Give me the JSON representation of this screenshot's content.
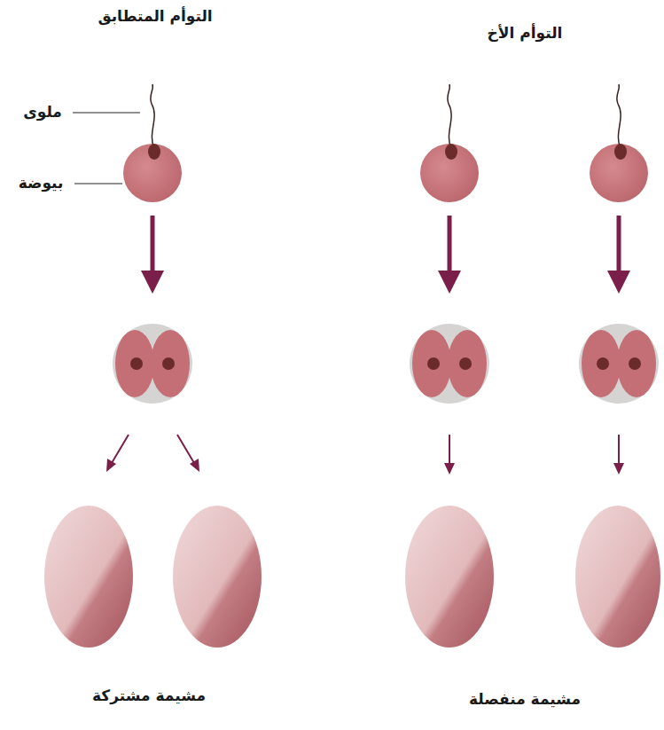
{
  "diagram": {
    "labels": [
      "التوأم المتطابق",
      "التوأم الأخ",
      "ملوى",
      "بيوضة",
      "مشيمة مشتركة",
      "مشيمة منفصلة"
    ]
  }
}
